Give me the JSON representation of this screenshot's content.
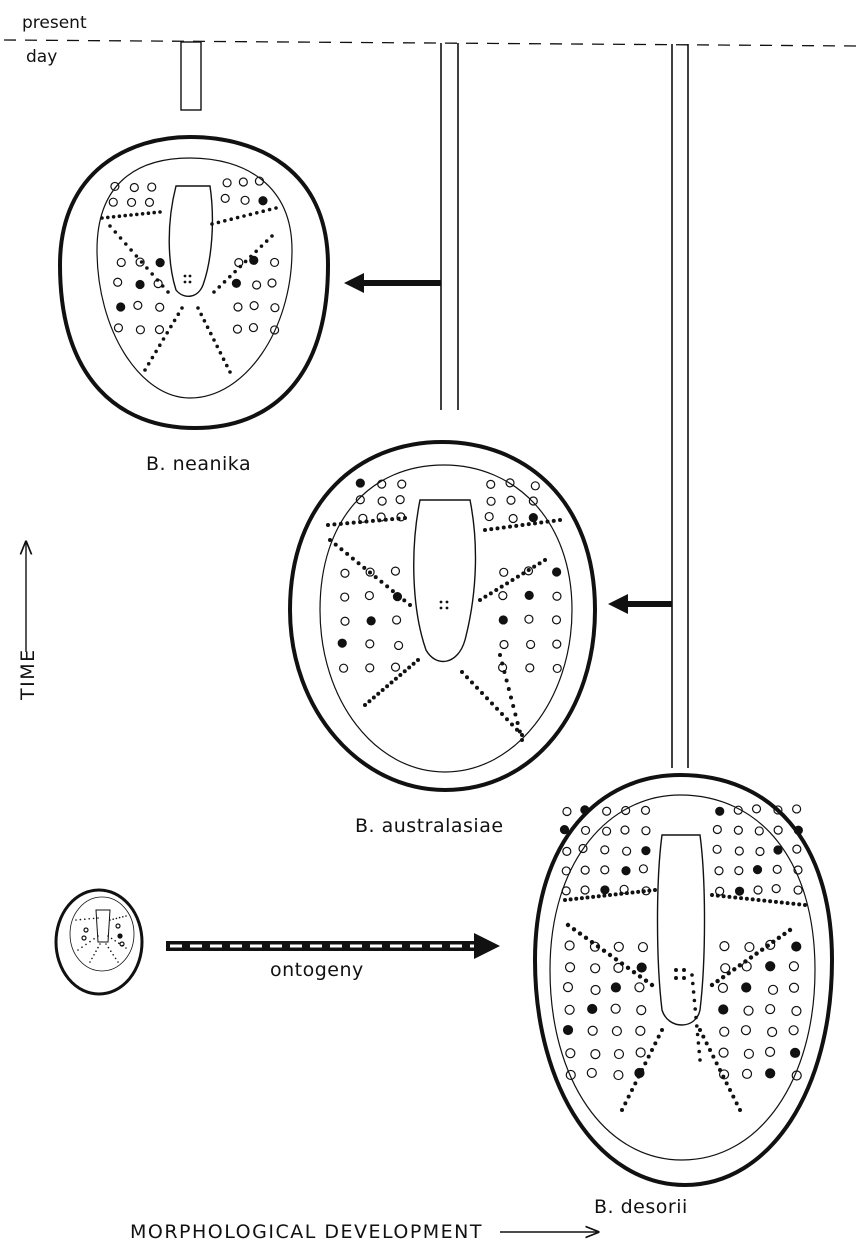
{
  "labels": {
    "present_line": "present",
    "present_line2": "day",
    "time_axis": "TIME",
    "morph_axis": "MORPHOLOGICAL DEVELOPMENT",
    "ontogeny": "ontogeny"
  },
  "species": [
    {
      "name": "B. neanika"
    },
    {
      "name": "B. australasiae"
    },
    {
      "name": "B. desorii"
    }
  ]
}
